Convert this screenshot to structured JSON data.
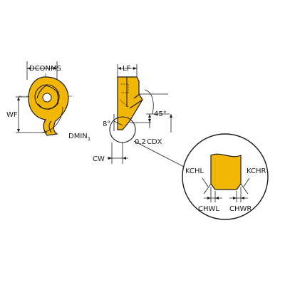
{
  "colors": {
    "insert": "#f2b705",
    "outline": "#1a1a1a",
    "background": "#ffffff"
  },
  "labels": {
    "dcon_ms": "DCONMS",
    "wf": "WF",
    "dmin_main": "DMIN",
    "dmin_sub": "1",
    "lf": "LF",
    "angle_8": "8°",
    "angle_45": "45°",
    "dim_0_2": "0,2",
    "cdx": "CDX",
    "cw": "CW",
    "kchl": "KCHL",
    "kchr": "KCHR",
    "chwl": "CHWL",
    "chwr": "CHWR"
  }
}
